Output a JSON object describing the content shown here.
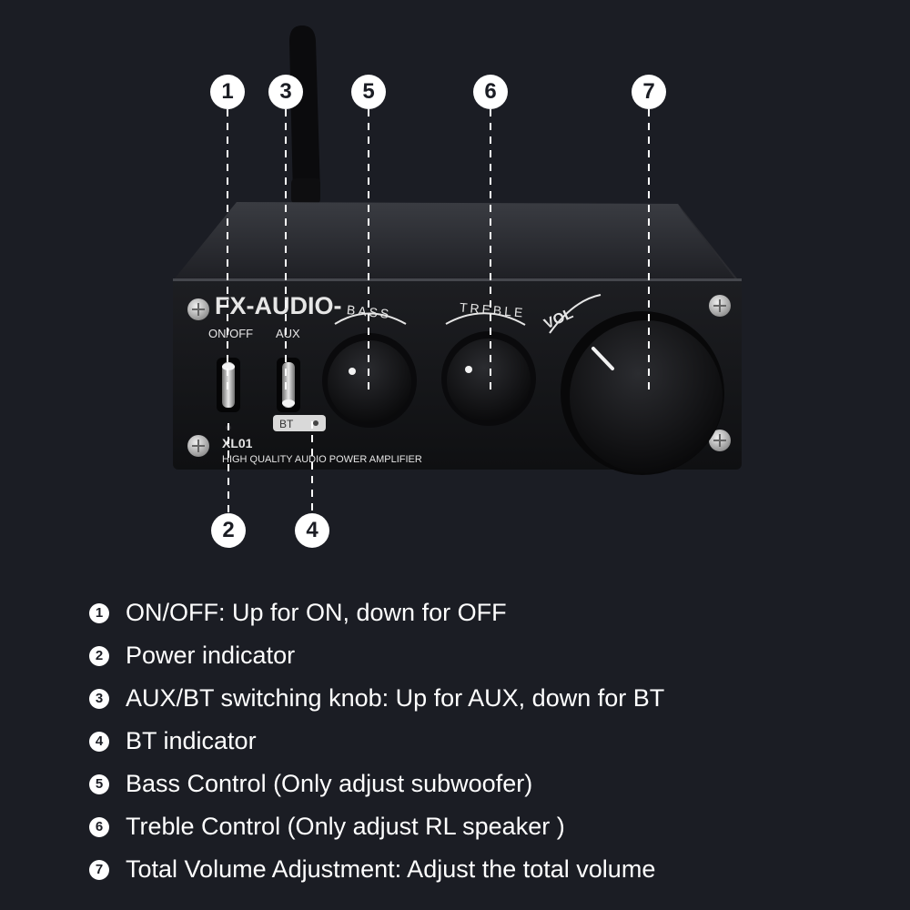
{
  "device": {
    "brand": "FX-AUDIO-",
    "model": "XL01",
    "tagline": "HIGH QUALITY AUDIO POWER AMPLIFIER",
    "switch_labels": {
      "power": "ON/OFF",
      "input": "AUX"
    },
    "indicator_label": "BT",
    "knob_labels": {
      "bass": "BASS",
      "treble": "TREBLE",
      "volume": "VOL"
    }
  },
  "callouts": [
    {
      "number": "1",
      "target": "on-off-switch"
    },
    {
      "number": "2",
      "target": "power-indicator"
    },
    {
      "number": "3",
      "target": "aux-bt-switch"
    },
    {
      "number": "4",
      "target": "bt-indicator"
    },
    {
      "number": "5",
      "target": "bass-knob"
    },
    {
      "number": "6",
      "target": "treble-knob"
    },
    {
      "number": "7",
      "target": "volume-knob"
    }
  ],
  "legend": [
    {
      "marker": "1",
      "text": "ON/OFF: Up for ON, down for OFF"
    },
    {
      "marker": "2",
      "text": "Power indicator"
    },
    {
      "marker": "3",
      "text": "AUX/BT switching knob: Up for AUX, down for BT"
    },
    {
      "marker": "4",
      "text": "BT indicator"
    },
    {
      "marker": "5",
      "text": "Bass Control (Only adjust subwoofer)"
    },
    {
      "marker": "6",
      "text": "Treble Control  (Only adjust RL speaker )"
    },
    {
      "marker": "7",
      "text": "Total Volume Adjustment: Adjust the total volume"
    }
  ],
  "colors": {
    "background": "#1b1d24",
    "panel": "#141518",
    "badge": "#ffffff",
    "text": "#ffffff"
  }
}
